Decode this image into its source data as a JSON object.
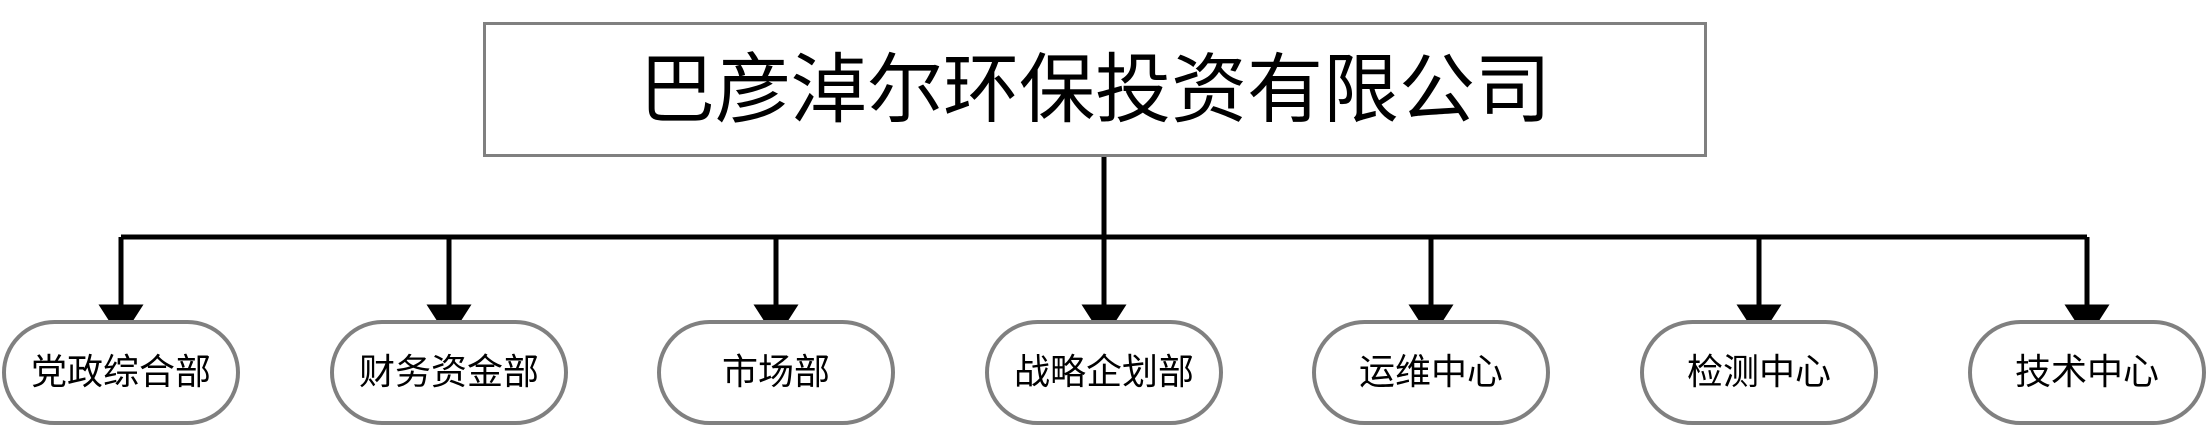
{
  "diagram": {
    "type": "organization-chart",
    "orientation": "top-down",
    "root": {
      "label": "巴彦淖尔环保投资有限公司",
      "shape": "rectangle",
      "border_color": "#808080",
      "fill_color": "#ffffff",
      "text_color": "#000000"
    },
    "connector": {
      "color": "#000000",
      "style": "orthogonal-arrow",
      "arrowhead": "filled-triangle"
    },
    "children": [
      {
        "label": "党政综合部",
        "shape": "rounded-pill",
        "border_color": "#808080",
        "fill_color": "#ffffff"
      },
      {
        "label": "财务资金部",
        "shape": "rounded-pill",
        "border_color": "#808080",
        "fill_color": "#ffffff"
      },
      {
        "label": "市场部",
        "shape": "rounded-pill",
        "border_color": "#808080",
        "fill_color": "#ffffff"
      },
      {
        "label": "战略企划部",
        "shape": "rounded-pill",
        "border_color": "#808080",
        "fill_color": "#ffffff"
      },
      {
        "label": "运维中心",
        "shape": "rounded-pill",
        "border_color": "#808080",
        "fill_color": "#ffffff"
      },
      {
        "label": "检测中心",
        "shape": "rounded-pill",
        "border_color": "#808080",
        "fill_color": "#ffffff"
      },
      {
        "label": "技术中心",
        "shape": "rounded-pill",
        "border_color": "#808080",
        "fill_color": "#ffffff"
      }
    ]
  }
}
